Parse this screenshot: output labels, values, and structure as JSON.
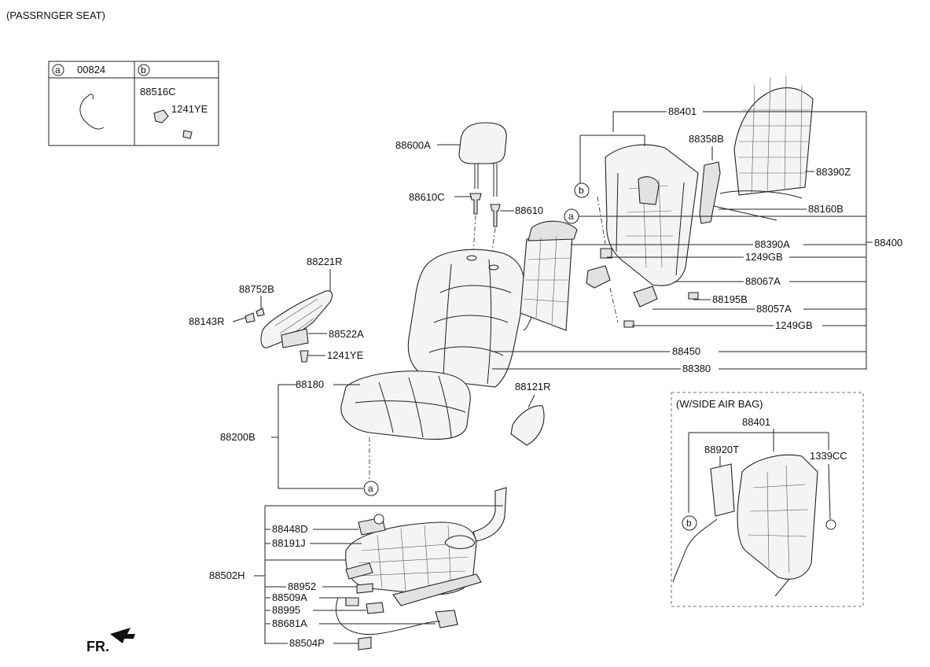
{
  "title": "(PASSRNGER SEAT)",
  "fr_label": "FR.",
  "legend": {
    "a_marker": "a",
    "a_part": "00824",
    "b_marker": "b",
    "b_parts": [
      "88516C",
      "1241YE"
    ]
  },
  "side_airbag_title": "(W/SIDE AIR BAG)",
  "markers": {
    "a": "a",
    "b": "b"
  },
  "parts": {
    "p88600A": "88600A",
    "p88610C": "88610C",
    "p88610": "88610",
    "p88221R": "88221R",
    "p88752B": "88752B",
    "p88143R": "88143R",
    "p88522A": "88522A",
    "p1241YE": "1241YE",
    "p88180": "88180",
    "p88200B": "88200B",
    "p88121R": "88121R",
    "p88401": "88401",
    "p88358B": "88358B",
    "p88390Z": "88390Z",
    "p88160B": "88160B",
    "p88390A": "88390A",
    "p88400": "88400",
    "p1249GB_a": "1249GB",
    "p88067A": "88067A",
    "p88195B": "88195B",
    "p88057A": "88057A",
    "p1249GB_b": "1249GB",
    "p88450": "88450",
    "p88380": "88380",
    "p88448D": "88448D",
    "p88191J": "88191J",
    "p88502H": "88502H",
    "p88952": "88952",
    "p88509A": "88509A",
    "p88995": "88995",
    "p88681A": "88681A",
    "p88504P": "88504P",
    "sab_88401": "88401",
    "sab_88920T": "88920T",
    "sab_1339CC": "1339CC"
  }
}
